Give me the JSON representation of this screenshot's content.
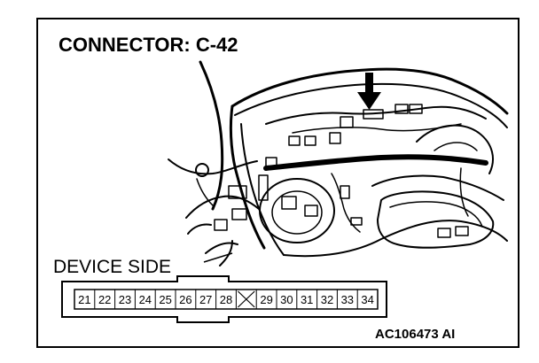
{
  "title": "CONNECTOR: C-42",
  "device_side_label": "DEVICE SIDE",
  "reference_code": "AC106473 AI",
  "connector": {
    "pins": [
      "21",
      "22",
      "23",
      "24",
      "25",
      "26",
      "27",
      "28",
      "",
      "29",
      "30",
      "31",
      "32",
      "33",
      "34"
    ],
    "blank_pin_marker": "X"
  },
  "colors": {
    "line": "#000000",
    "background": "#ffffff"
  }
}
